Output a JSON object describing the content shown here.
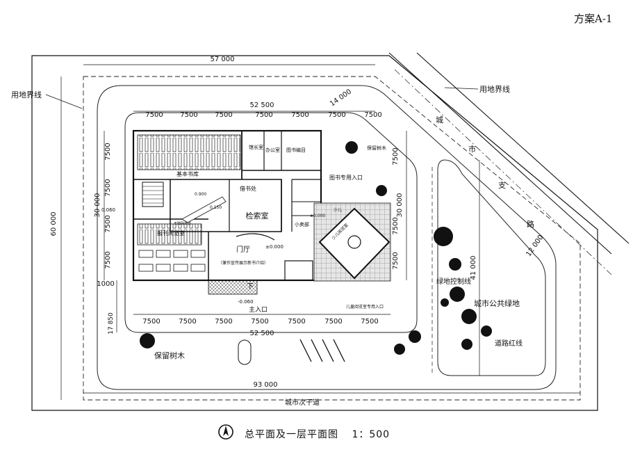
{
  "scheme_label": "方案A-1",
  "plan_title": "总平面及一层平面图",
  "scale": "1：500",
  "dimensions": {
    "total_width": "57 000",
    "building_width": "52 500",
    "building_width_bottom": "52 500",
    "site_width": "93 000",
    "site_height": "60 000",
    "building_depth": "30 000",
    "building_depth_right": "30 000",
    "diag_width": "14 000",
    "road_width": "12 000",
    "green_depth": "41 000",
    "setback_left": "1000",
    "setback_bottom": "17 850",
    "bay": "7500",
    "small": "0.060",
    "level_0": "±0.000",
    "level_1": "-0.060",
    "level_2": "0.900",
    "level_3": "0.150",
    "level_4": "±0.000"
  },
  "labels": {
    "boundary_left": "用地界线",
    "boundary_right": "用地界线",
    "road_city": "城",
    "road_shi": "市",
    "road_zhi": "支",
    "road_lu": "路",
    "keep_trees_top": "保留树木",
    "book_entrance": "图书专用入口",
    "green_control": "绿地控制线",
    "public_green": "城市公共绿地",
    "road_red_line": "道路红线",
    "keep_trees_bottom": "保留树木",
    "secondary_road": "城市次干道",
    "main_entrance": "主入口",
    "kids_entrance": "儿童阅览室专用入口",
    "down": "下"
  },
  "rooms": {
    "stack": "基本书库",
    "office_a": "馆长室",
    "office_b": "办公室",
    "catalog": "图书编目",
    "lending": "借书处",
    "search": "检索室",
    "periodical": "报刊阅览室",
    "lobby": "门厅",
    "exhibit": "（兼作宣传展示新书介绍）",
    "kids_read": "少儿阅览室",
    "restroom": "小卖部",
    "kids": "少儿",
    "ramp": "无障碍坡道"
  }
}
